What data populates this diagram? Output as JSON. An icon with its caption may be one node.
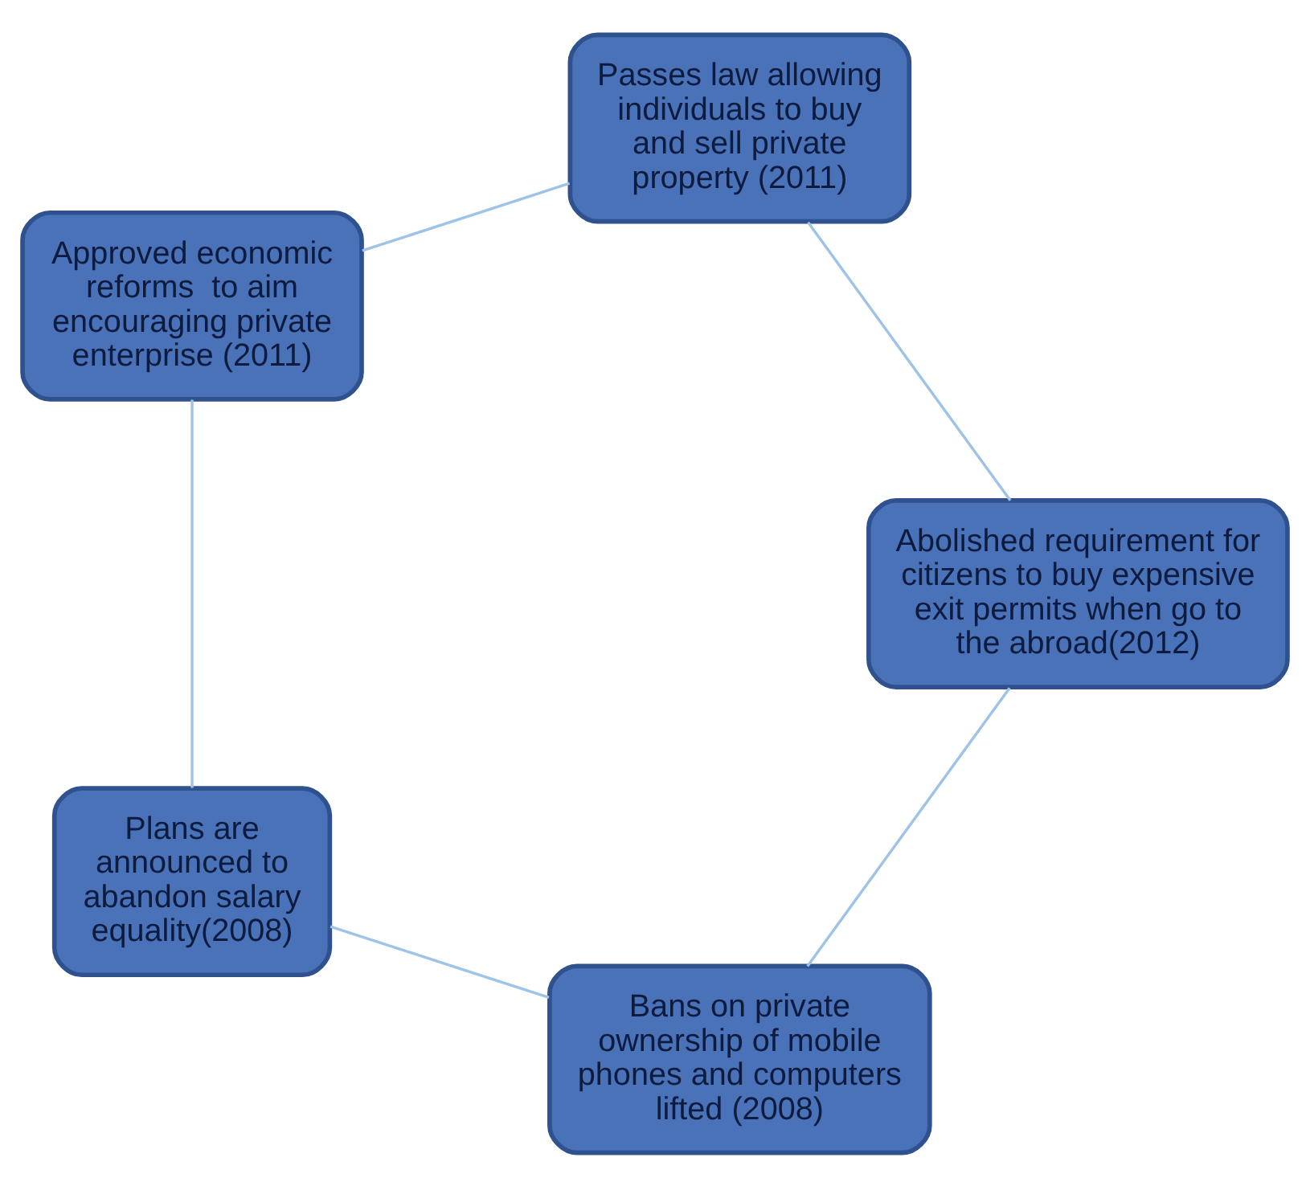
{
  "diagram": {
    "nodes": [
      {
        "text": [
          "Bans on private ownership of mobile phones and computers lifted (2008)"
        ]
      },
      {
        "text": [
          "Plans are announced to abandon salary equality(2008)"
        ]
      },
      {
        "text": [
          "Approved economic reforms  to aim encouraging private enterprise (2011)"
        ]
      },
      {
        "text": [
          "Passes law allowing individuals to buy and sell private property (2011)"
        ]
      },
      {
        "text": [
          "Abolished requirement for citizens to buy expensive exit permits when go to the abroad(2012)"
        ]
      }
    ],
    "edges": [
      {
        "from": 0,
        "to": 1,
        "arrow": "none"
      },
      {
        "from": 1,
        "to": 2,
        "arrow": "none"
      },
      {
        "from": 2,
        "to": 3,
        "arrow": "none"
      },
      {
        "from": 3,
        "to": 4,
        "arrow": "none"
      },
      {
        "from": 4,
        "to": 0,
        "arrow": "none"
      }
    ]
  }
}
